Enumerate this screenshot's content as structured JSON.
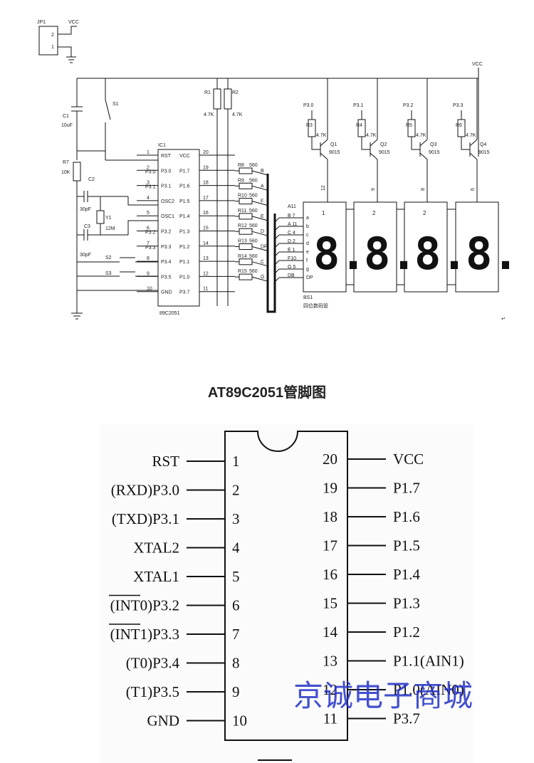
{
  "title": "AT89C2051管脚图",
  "watermark": "京诚电子商城",
  "schematic": {
    "jumper": {
      "ref": "JP1",
      "pins": [
        "2",
        "1"
      ],
      "supply": "VCC"
    },
    "supply_top": "VCC",
    "capacitor_c1": {
      "ref": "C1",
      "value": "10uF"
    },
    "switch_s1": "S1",
    "resistor_r7": {
      "ref": "R7",
      "value": "10K"
    },
    "cap_c2": {
      "ref": "C2",
      "value": "30pF"
    },
    "cap_c3": {
      "ref": "C3",
      "value": "30pF"
    },
    "crystal": {
      "ref": "Y1",
      "value": "12M"
    },
    "switches": [
      "S2",
      "S3"
    ],
    "pullups": [
      {
        "ref": "R1",
        "value": "4.7K"
      },
      {
        "ref": "R2",
        "value": "4.7K"
      }
    ],
    "ic": {
      "ref": "IC1",
      "part": "89C2051",
      "left_pins": [
        {
          "num": "1",
          "name": "RST"
        },
        {
          "num": "2",
          "name": "P3.0",
          "ext": "P3.0"
        },
        {
          "num": "3",
          "name": "P3.1",
          "ext": "P3.1"
        },
        {
          "num": "4",
          "name": "OSC2"
        },
        {
          "num": "5",
          "name": "OSC1"
        },
        {
          "num": "6",
          "name": "P3.2",
          "ext": "P3.2"
        },
        {
          "num": "7",
          "name": "P3.3",
          "ext": "P3.3"
        },
        {
          "num": "8",
          "name": "P3.4"
        },
        {
          "num": "9",
          "name": "P3.5"
        },
        {
          "num": "10",
          "name": "GND"
        }
      ],
      "right_pins": [
        {
          "num": "20",
          "name": "VCC"
        },
        {
          "num": "19",
          "name": "P1.7"
        },
        {
          "num": "18",
          "name": "P1.6"
        },
        {
          "num": "17",
          "name": "P1.5"
        },
        {
          "num": "16",
          "name": "P1.4"
        },
        {
          "num": "15",
          "name": "P1.3"
        },
        {
          "num": "14",
          "name": "P1.2"
        },
        {
          "num": "13",
          "name": "P1.1"
        },
        {
          "num": "12",
          "name": "P1.0"
        },
        {
          "num": "11",
          "name": "P3.7"
        }
      ]
    },
    "segment_resistors": [
      {
        "ref": "R8",
        "value": "560",
        "seg": "B"
      },
      {
        "ref": "R9",
        "value": "560",
        "seg": "A"
      },
      {
        "ref": "R10",
        "value": "560",
        "seg": "F"
      },
      {
        "ref": "R11",
        "value": "560",
        "seg": "E"
      },
      {
        "ref": "R12",
        "value": "560",
        "seg": "D"
      },
      {
        "ref": "R13",
        "value": "560",
        "seg": "DP"
      },
      {
        "ref": "R14",
        "value": "560",
        "seg": "C"
      },
      {
        "ref": "R15",
        "value": "560",
        "seg": "G"
      }
    ],
    "bus_label": "A11",
    "bus_segments": [
      "B 7",
      "A 11",
      "C 4",
      "D 2",
      "E 1",
      "F10",
      "G 5",
      "DB"
    ],
    "display_pin_letters": [
      "a",
      "b",
      "c",
      "d",
      "e",
      "f",
      "g",
      "DP"
    ],
    "display": {
      "ref": "BS1",
      "desc": "四位数码管",
      "digits": [
        "8.",
        "8.",
        "8.",
        "8."
      ],
      "top_labels": [
        "1",
        "2",
        "2",
        ""
      ]
    },
    "transistors": [
      {
        "port": "P3.0",
        "res": "R3",
        "res_value": "4.7K",
        "ref": "Q1",
        "type": "9015",
        "pin": "12"
      },
      {
        "port": "P3.1",
        "res": "R4",
        "res_value": "4.7K",
        "ref": "Q2",
        "type": "9015",
        "pin": "9"
      },
      {
        "port": "P3.2",
        "res": "R5",
        "res_value": "4.7K",
        "ref": "Q3",
        "type": "9015",
        "pin": "8"
      },
      {
        "port": "P3.3",
        "res": "R6",
        "res_value": "4.7K",
        "ref": "Q4",
        "type": "9015",
        "pin": "6"
      }
    ]
  },
  "pinout": {
    "left": [
      {
        "num": "1",
        "name": "RST"
      },
      {
        "num": "2",
        "name": "(RXD)P3.0"
      },
      {
        "num": "3",
        "name": "(TXD)P3.1"
      },
      {
        "num": "4",
        "name": "XTAL2"
      },
      {
        "num": "5",
        "name": "XTAL1"
      },
      {
        "num": "6",
        "name": "(INT0)P3.2"
      },
      {
        "num": "7",
        "name": "(INT1)P3.3"
      },
      {
        "num": "8",
        "name": "(T0)P3.4"
      },
      {
        "num": "9",
        "name": "(T1)P3.5"
      },
      {
        "num": "10",
        "name": "GND"
      }
    ],
    "right": [
      {
        "num": "20",
        "name": "VCC"
      },
      {
        "num": "19",
        "name": "P1.7"
      },
      {
        "num": "18",
        "name": "P1.6"
      },
      {
        "num": "17",
        "name": "P1.5"
      },
      {
        "num": "16",
        "name": "P1.4"
      },
      {
        "num": "15",
        "name": "P1.3"
      },
      {
        "num": "14",
        "name": "P1.2"
      },
      {
        "num": "13",
        "name": "P1.1(AIN1)"
      },
      {
        "num": "12",
        "name": "P1.0(AIN0)"
      },
      {
        "num": "11",
        "name": "P3.7"
      }
    ]
  }
}
